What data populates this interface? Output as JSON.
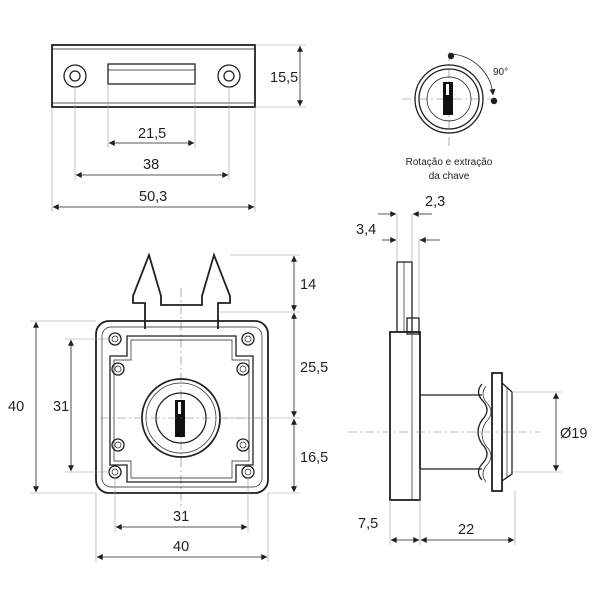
{
  "dimensions": {
    "top_height": "15,5",
    "top_slot": "21,5",
    "top_holes": "38",
    "top_width": "50,3",
    "front_tab": "14",
    "front_upper": "25,5",
    "front_lower": "16,5",
    "front_height": "40",
    "front_inner_height": "31",
    "front_inner_width": "31",
    "front_width": "40",
    "side_34": "3,4",
    "side_23": "2,3",
    "side_diameter": "Ø19",
    "side_75": "7,5",
    "side_22": "22"
  },
  "key_view": {
    "angle_label": "90°",
    "caption_line1": "Rotação e extração",
    "caption_line2": "da chave"
  }
}
